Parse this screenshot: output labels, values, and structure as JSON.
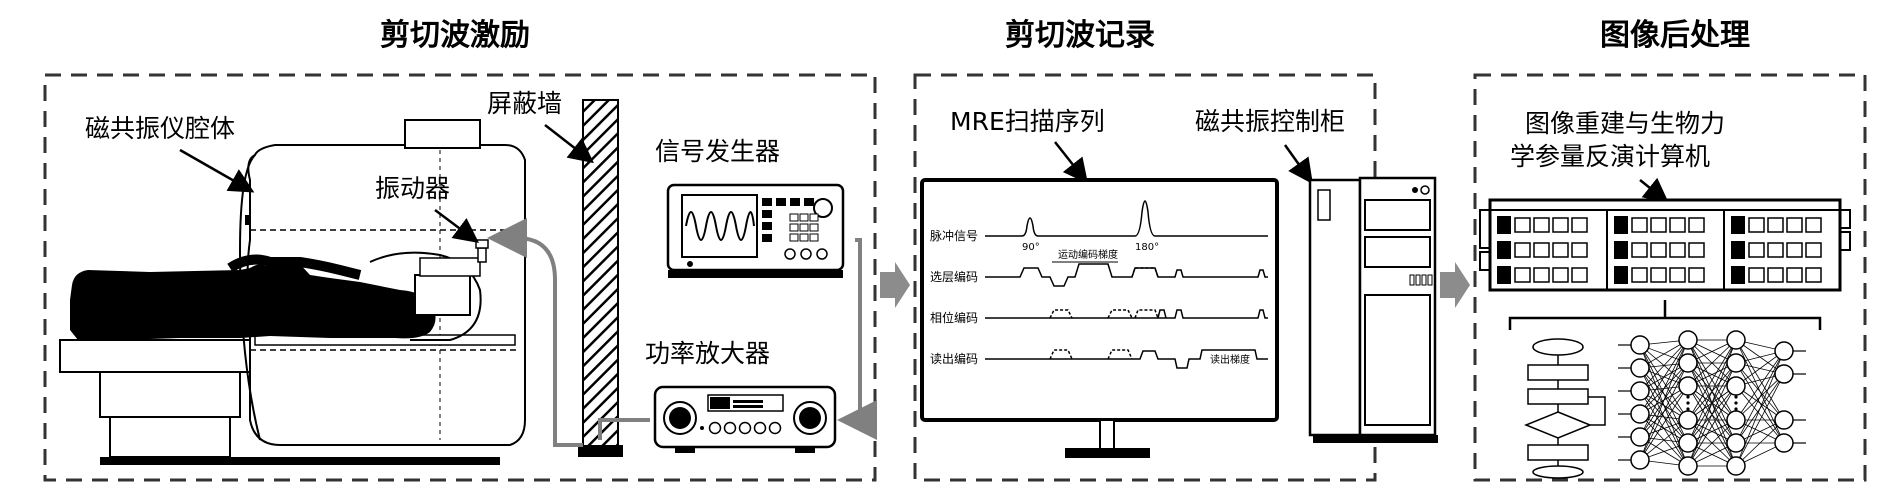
{
  "sections": [
    {
      "title": "剪切波激励"
    },
    {
      "title": "剪切波记录"
    },
    {
      "title": "图像后处理"
    }
  ],
  "excitation": {
    "mri_body": "磁共振仪腔体",
    "vibrator": "振动器",
    "shield_wall": "屏蔽墙",
    "signal_generator": "信号发生器",
    "power_amplifier": "功率放大器"
  },
  "recording": {
    "sequence_label": "MRE扫描序列",
    "control_cabinet": "磁共振控制柜",
    "rows": [
      "脉冲信号",
      "选层编码",
      "相位编码",
      "读出编码"
    ],
    "pulse_90": "90°",
    "pulse_180": "180°",
    "motion_gradient": "运动编码梯度",
    "readout_gradient": "读出梯度"
  },
  "processing": {
    "label_line1": "图像重建与生物力",
    "label_line2": "学参量反演计算机"
  },
  "colors": {
    "arrow_gray": "#8c8c8c",
    "cable_gray": "#808080",
    "body_black": "#000000",
    "frame": "#333333"
  }
}
